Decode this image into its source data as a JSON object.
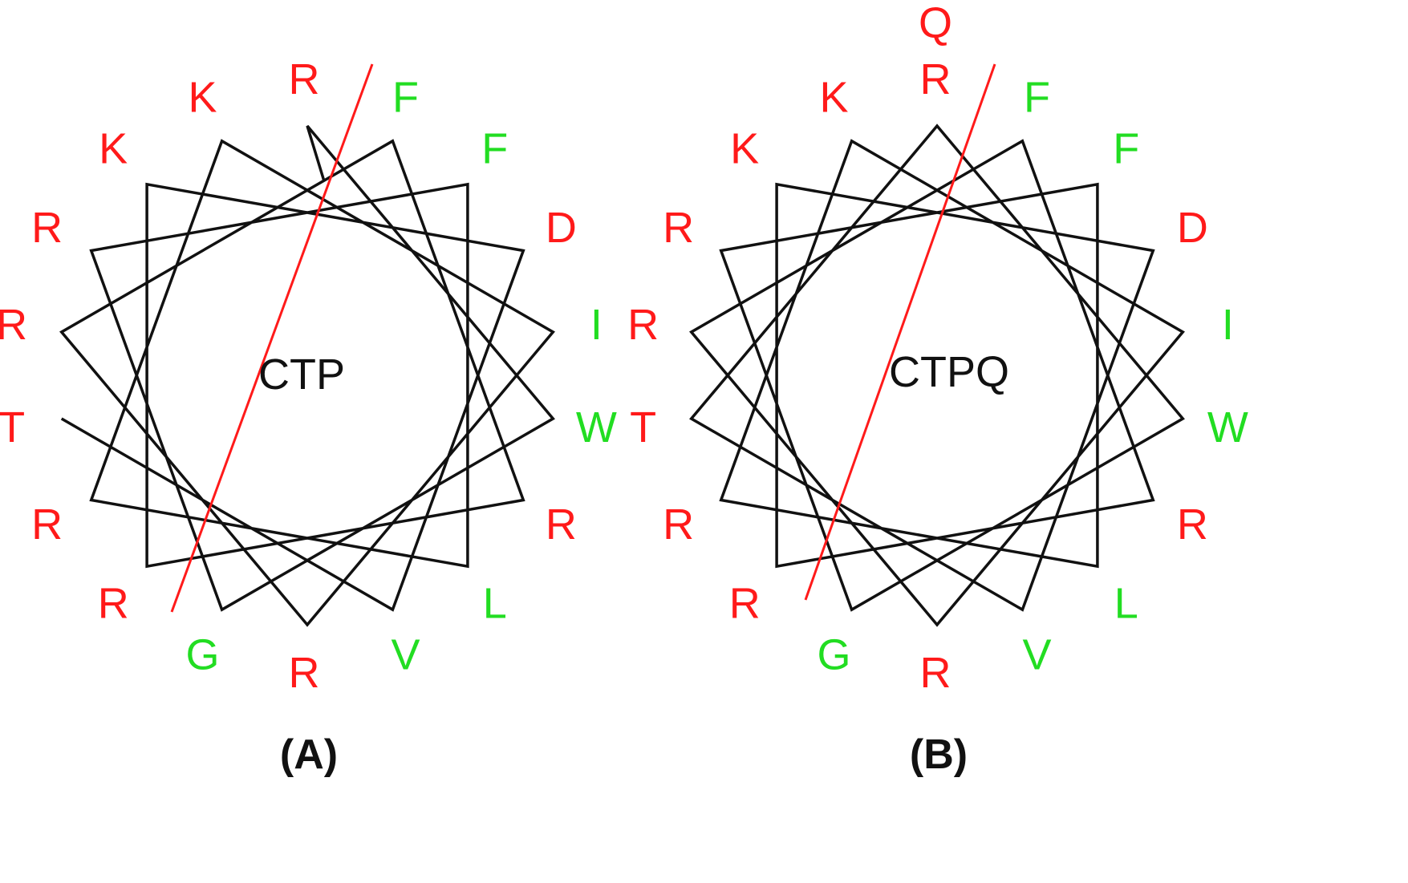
{
  "colors": {
    "charged_polar": "#ff1a1a",
    "hydrophobic": "#22dd22",
    "chain": "#111111",
    "axis": "#ff1a1a"
  },
  "wheels": [
    {
      "id": "A",
      "center_label": "CTP",
      "panel_label": "(A)",
      "closed": false,
      "residues": [
        {
          "letter": "R",
          "class": "charged_polar"
        },
        {
          "letter": "F",
          "class": "hydrophobic"
        },
        {
          "letter": "F",
          "class": "hydrophobic"
        },
        {
          "letter": "D",
          "class": "charged_polar"
        },
        {
          "letter": "I",
          "class": "hydrophobic"
        },
        {
          "letter": "W",
          "class": "hydrophobic"
        },
        {
          "letter": "R",
          "class": "charged_polar"
        },
        {
          "letter": "L",
          "class": "hydrophobic"
        },
        {
          "letter": "V",
          "class": "hydrophobic"
        },
        {
          "letter": "R",
          "class": "charged_polar"
        },
        {
          "letter": "G",
          "class": "hydrophobic"
        },
        {
          "letter": "R",
          "class": "charged_polar"
        },
        {
          "letter": "R",
          "class": "charged_polar"
        },
        {
          "letter": "T",
          "class": "charged_polar"
        },
        {
          "letter": "R",
          "class": "charged_polar"
        },
        {
          "letter": "R",
          "class": "charged_polar"
        },
        {
          "letter": "K",
          "class": "charged_polar"
        },
        {
          "letter": "K",
          "class": "charged_polar"
        }
      ]
    },
    {
      "id": "B",
      "center_label": "CTPQ",
      "panel_label": "(B)",
      "closed": true,
      "residues": [
        {
          "letter": "R",
          "class": "charged_polar",
          "extra": "Q"
        },
        {
          "letter": "F",
          "class": "hydrophobic"
        },
        {
          "letter": "F",
          "class": "hydrophobic"
        },
        {
          "letter": "D",
          "class": "charged_polar"
        },
        {
          "letter": "I",
          "class": "hydrophobic"
        },
        {
          "letter": "W",
          "class": "hydrophobic"
        },
        {
          "letter": "R",
          "class": "charged_polar"
        },
        {
          "letter": "L",
          "class": "hydrophobic"
        },
        {
          "letter": "V",
          "class": "hydrophobic"
        },
        {
          "letter": "R",
          "class": "charged_polar"
        },
        {
          "letter": "G",
          "class": "hydrophobic"
        },
        {
          "letter": "R",
          "class": "charged_polar"
        },
        {
          "letter": "R",
          "class": "charged_polar"
        },
        {
          "letter": "T",
          "class": "charged_polar"
        },
        {
          "letter": "R",
          "class": "charged_polar"
        },
        {
          "letter": "R",
          "class": "charged_polar"
        },
        {
          "letter": "K",
          "class": "charged_polar"
        },
        {
          "letter": "K",
          "class": "charged_polar"
        }
      ]
    }
  ]
}
